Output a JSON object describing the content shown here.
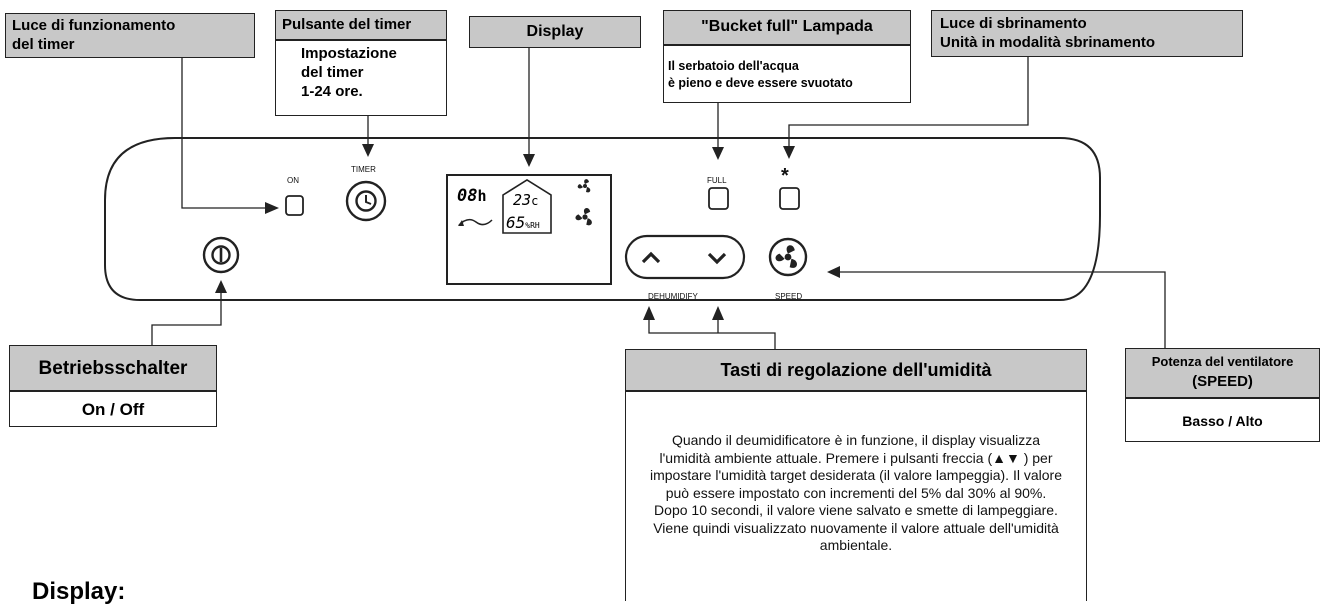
{
  "callouts": {
    "timer_light": {
      "line1": "Luce di funzionamento",
      "line2": "del timer"
    },
    "timer_button": {
      "title": "Pulsante del timer",
      "desc1": "Impostazione",
      "desc2": "del timer",
      "desc3": "1-24 ore."
    },
    "display": {
      "title": "Display"
    },
    "bucket_full": {
      "title": "\"Bucket full\" Lampada",
      "desc1": "Il serbatoio dell'acqua",
      "desc2": "è pieno e deve essere svuotato"
    },
    "defrost": {
      "line1": "Luce di sbrinamento",
      "line2": "Unità in modalità sbrinamento"
    },
    "power_switch": {
      "title": "Betriebsschalter",
      "desc": "On / Off"
    },
    "humidity_keys": {
      "title": "Tasti di regolazione dell'umidità",
      "desc": "Quando il deumidificatore è in funzione, il display visualizza l'umidità ambiente attuale. Premere i pulsanti freccia (▲▼ ) per impostare l'umidità target desiderata (il valore lampeggia). Il valore può essere impostato con incrementi del 5% dal 30% al 90%. Dopo 10 secondi, il valore viene salvato e smette di lampeggiare. Viene quindi visualizzato nuovamente il valore attuale dell'umidità ambientale."
    },
    "fan_speed": {
      "title1": "Potenza del ventilatore",
      "title2": "(SPEED)",
      "desc": "Basso / Alto"
    }
  },
  "panel": {
    "on_label": "ON",
    "timer_label": "TIMER",
    "full_label": "FULL",
    "defrost_symbol": "*",
    "dehumidify_label": "DEHUMIDIFY",
    "speed_label": "SPEED",
    "lcd": {
      "hours": "08",
      "hours_unit": "h",
      "temp": "23",
      "temp_unit": "c",
      "humidity": "65",
      "humidity_unit": "%RH"
    }
  },
  "footer": {
    "heading": "Display:"
  }
}
